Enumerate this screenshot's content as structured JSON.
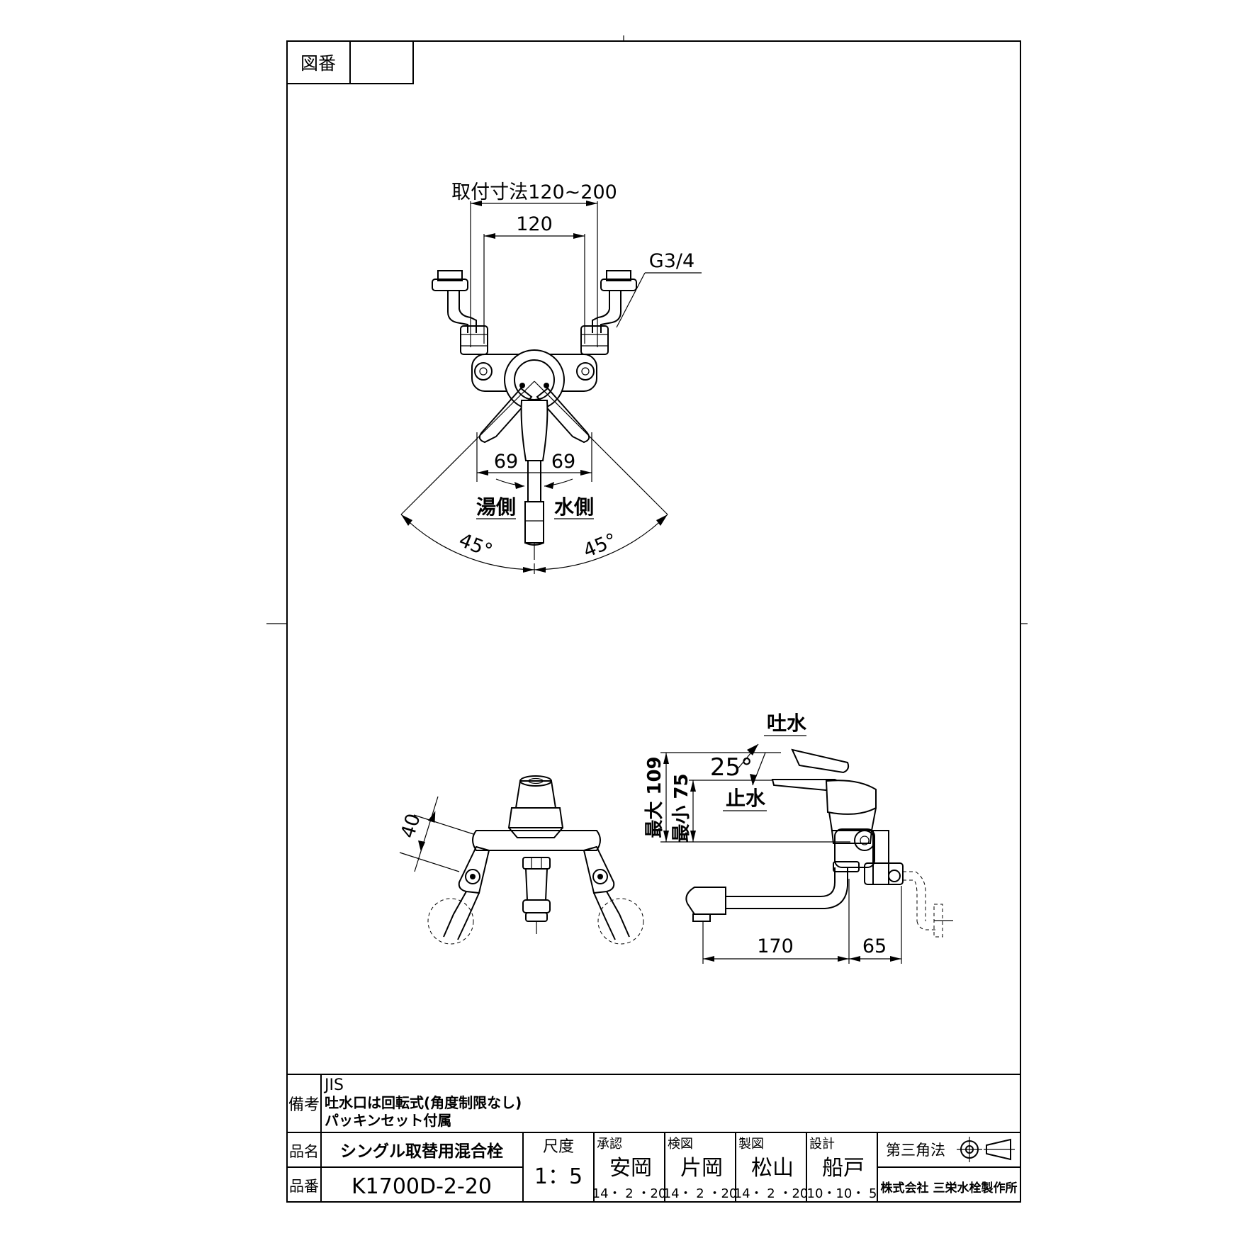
{
  "title_block": {
    "drawing_no_label": "図番",
    "drawing_no_value": "",
    "remarks_label": "備考",
    "remarks": [
      "JIS",
      "吐水口は回転式(角度制限なし)",
      "パッキンセット付属"
    ],
    "product_name_label": "品名",
    "product_name": "シングル取替用混合栓",
    "product_no_label": "品番",
    "product_no": "K1700D-2-20",
    "scale_label": "尺度",
    "scale": "1：5",
    "approval_label": "承認",
    "approval_name": "安岡",
    "approval_date": "14・ 2 ・20",
    "check_label": "検図",
    "check_name": "片岡",
    "check_date": "14・ 2 ・20",
    "drawing_label": "製図",
    "drawing_name": "松山",
    "drawing_date": "14・ 2 ・20",
    "design_label": "設計",
    "design_name": "船戸",
    "design_date": "10・10・ 5",
    "projection_label": "第三角法",
    "company": "株式会社 三栄水栓製作所"
  },
  "top_view": {
    "mount_dim": "取付寸法120~200",
    "dim_120": "120",
    "thread": "G3/4",
    "dim_left_69": "69",
    "dim_right_69": "69",
    "hot_side": "湯側",
    "cold_side": "水側",
    "angle_left": "45°",
    "angle_right": "45°"
  },
  "front_view": {
    "dim_40": "40"
  },
  "side_view": {
    "spout_on": "吐水",
    "angle_25": "25°",
    "spout_off": "止水",
    "max_height": "最大 109",
    "min_height": "最小 75",
    "dim_170": "170",
    "dim_65": "65"
  }
}
